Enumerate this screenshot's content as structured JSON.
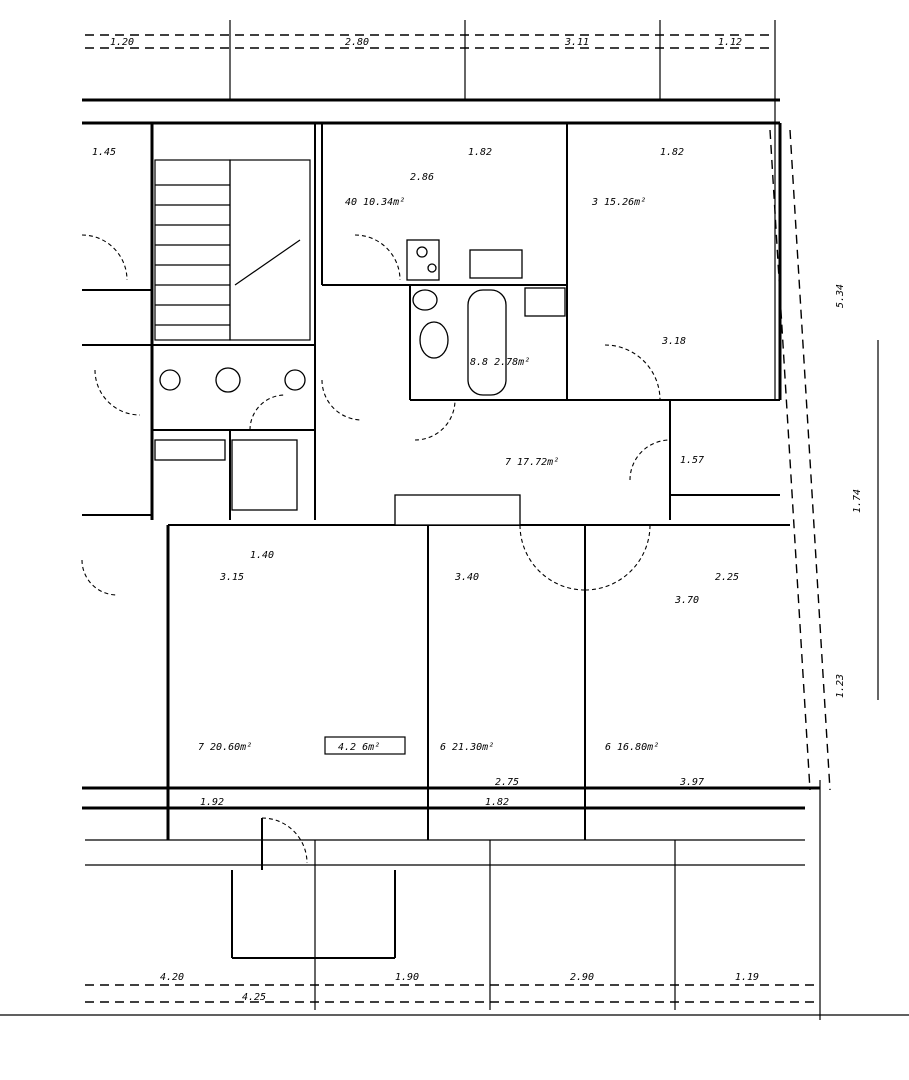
{
  "floor_plan": {
    "top_dimensions": [
      "1.20",
      "2.80",
      "3.11",
      "1.12"
    ],
    "bottom_dimensions": [
      "4.20",
      "1.90",
      "2.90",
      "1.19"
    ],
    "bottom_total": "4.25",
    "right_dimensions": [
      "5.34",
      "1.74",
      "1.23"
    ],
    "rooms": [
      {
        "label": "40 10.34m²"
      },
      {
        "label": "3 15.26m²"
      },
      {
        "label": "7 17.72m²"
      },
      {
        "label": "8.8 2.78m²"
      },
      {
        "label": "7 20.60m²"
      },
      {
        "label": "4.2 6m²"
      },
      {
        "label": "6 21.30m²"
      },
      {
        "label": "6 16.80m²"
      }
    ],
    "inner_dimensions": [
      "1.45",
      "1.82",
      "1.82",
      "1.82",
      "1.92",
      "3.15",
      "2.86",
      "3.18",
      "2.25",
      "2.75",
      "1.57",
      "3.97",
      "1.40",
      "3.40",
      "3.70"
    ]
  }
}
